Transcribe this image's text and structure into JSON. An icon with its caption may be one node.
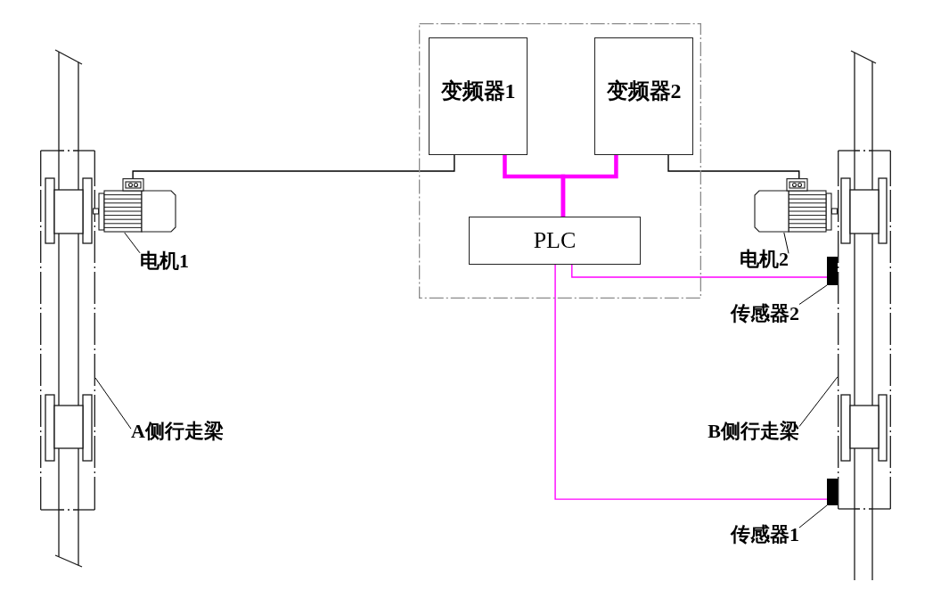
{
  "diagram": {
    "nodes": [
      {
        "text": [],
        "shape": "box"
      },
      {
        "text": [
          "变频器1"
        ],
        "in": 0
      },
      {
        "text": [
          "变频器2"
        ],
        "in": 0
      },
      {
        "text": [
          "PLC"
        ],
        "in": 0
      },
      {
        "text": [],
        "shape": "picture"
      },
      {
        "text": [],
        "shape": "picture"
      },
      {
        "text": [
          "电机1"
        ]
      },
      {
        "text": [
          "A侧行走梁"
        ]
      },
      {
        "text": [],
        "shape": "picture"
      },
      {
        "text": [],
        "shape": "picture"
      },
      {
        "text": [
          "电机2"
        ]
      },
      {
        "text": [],
        "shape": "box"
      },
      {
        "text": [
          "传感器2"
        ]
      },
      {
        "text": [
          "B侧行走梁"
        ]
      },
      {
        "text": [],
        "shape": "box"
      },
      {
        "text": [
          "传感器1"
        ]
      }
    ],
    "edges": [
      {
        "from": 1,
        "to": 5,
        "arrow": "none"
      },
      {
        "from": 2,
        "to": 9,
        "arrow": "none"
      },
      {
        "from": 1,
        "to": 3,
        "arrow": "none",
        "style": "thick",
        "color": "#ff00ff"
      },
      {
        "from": 2,
        "to": 3,
        "arrow": "none",
        "style": "thick",
        "color": "#ff00ff"
      },
      {
        "from": 3,
        "to": 11,
        "arrow": "none",
        "color": "#ff00ff"
      },
      {
        "from": 3,
        "to": 14,
        "arrow": "none",
        "color": "#ff00ff"
      },
      {
        "from": 6,
        "to": 5,
        "arrow": "none"
      },
      {
        "from": 7,
        "to": 4,
        "arrow": "none"
      },
      {
        "from": 10,
        "to": 9,
        "arrow": "none"
      },
      {
        "from": 12,
        "to": 11,
        "arrow": "none"
      },
      {
        "from": 13,
        "to": 8,
        "arrow": "none"
      },
      {
        "from": 15,
        "to": 14,
        "arrow": "none"
      }
    ]
  }
}
